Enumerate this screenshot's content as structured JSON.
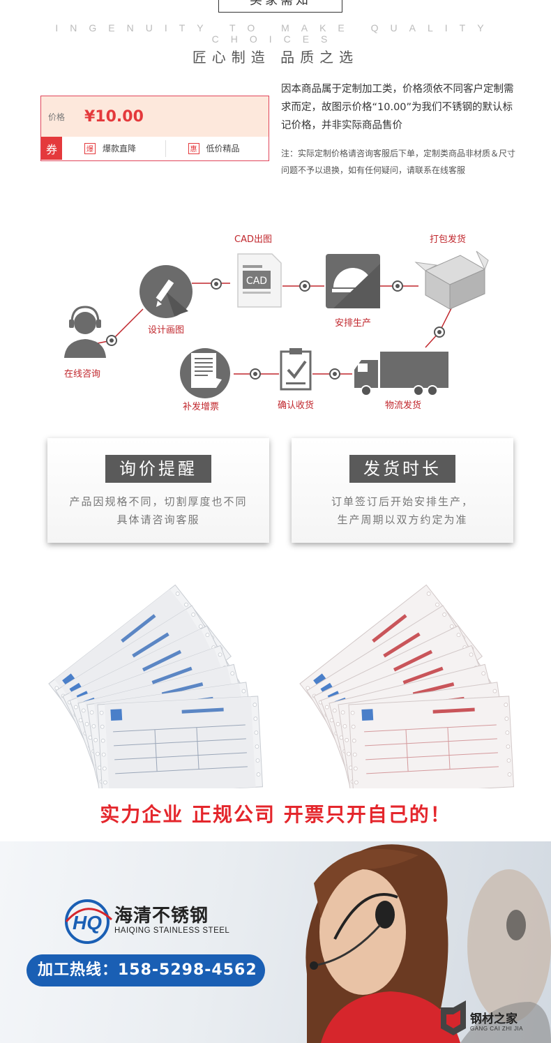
{
  "header": {
    "title_partial": "买家需知",
    "english": "INGENUITY TO MAKE QUALITY CHOICES",
    "chinese": "匠心制造  品质之选"
  },
  "price_card": {
    "label": "价格",
    "value": "¥10.00",
    "coupon": "券",
    "tags": [
      {
        "icon": "爆",
        "label": "爆款直降"
      },
      {
        "icon": "惠",
        "label": "低价精品"
      }
    ]
  },
  "description": "因本商品属于定制加工类，价格须依不同客户定制需求而定，故图示价格“10.00”为我们不锈钢的默认标记价格，并非实际商品售价",
  "note": "注：实际定制价格请咨询客服后下单，定制类商品非材质＆尺寸问题不予以退换，如有任何疑问，请联系在线客服",
  "flow": {
    "steps": [
      "在线咨询",
      "设计画图",
      "CAD出图",
      "安排生产",
      "打包发货",
      "物流发货",
      "确认收货",
      "补发增票"
    ],
    "cad_text": "CAD"
  },
  "cards": [
    {
      "title": "询价提醒",
      "lines": [
        "产品因规格不同，切割厚度也不同",
        "具体请咨询客服"
      ]
    },
    {
      "title": "发货时长",
      "lines": [
        "订单签订后开始安排生产，",
        "生产周期以双方约定为准"
      ]
    }
  ],
  "slogan": "实力企业 正规公司 开票只开自己的！",
  "banner": {
    "logo_text": "HQ",
    "brand_cn": "海清不锈钢",
    "brand_en": "HAIQING STAINLESS STEEL",
    "hotline": "加工热线：158-5298-4562",
    "watermark_cn": "钢材之家",
    "watermark_en": "GANG CAI ZHI JIA"
  },
  "colors": {
    "accent_red": "#e4393c",
    "flow_red": "#c0262c",
    "hotline_blue": "#1a5fb4",
    "icon_gray": "#6b6b6b"
  }
}
